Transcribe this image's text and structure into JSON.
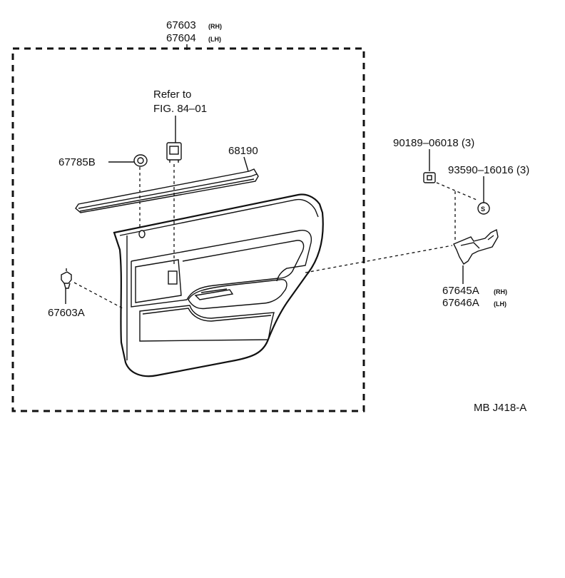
{
  "labels": {
    "panel_rh": "67603",
    "panel_rh_side": "(RH)",
    "panel_lh": "67604",
    "panel_lh_side": "(LH)",
    "refer_line1": "Refer to",
    "refer_line2": "FIG. 84–01",
    "clip_top": "67785B",
    "weatherstrip": "68190",
    "clip_bottom": "67603A",
    "screw": "90189–06018 (3)",
    "clip_s": "93590–16016 (3)",
    "clip_s_mark": "S",
    "bracket_rh": "67645A",
    "bracket_rh_side": "(RH)",
    "bracket_lh": "67646A",
    "bracket_lh_side": "(LH)",
    "ref_code": "MB J418‐A"
  }
}
